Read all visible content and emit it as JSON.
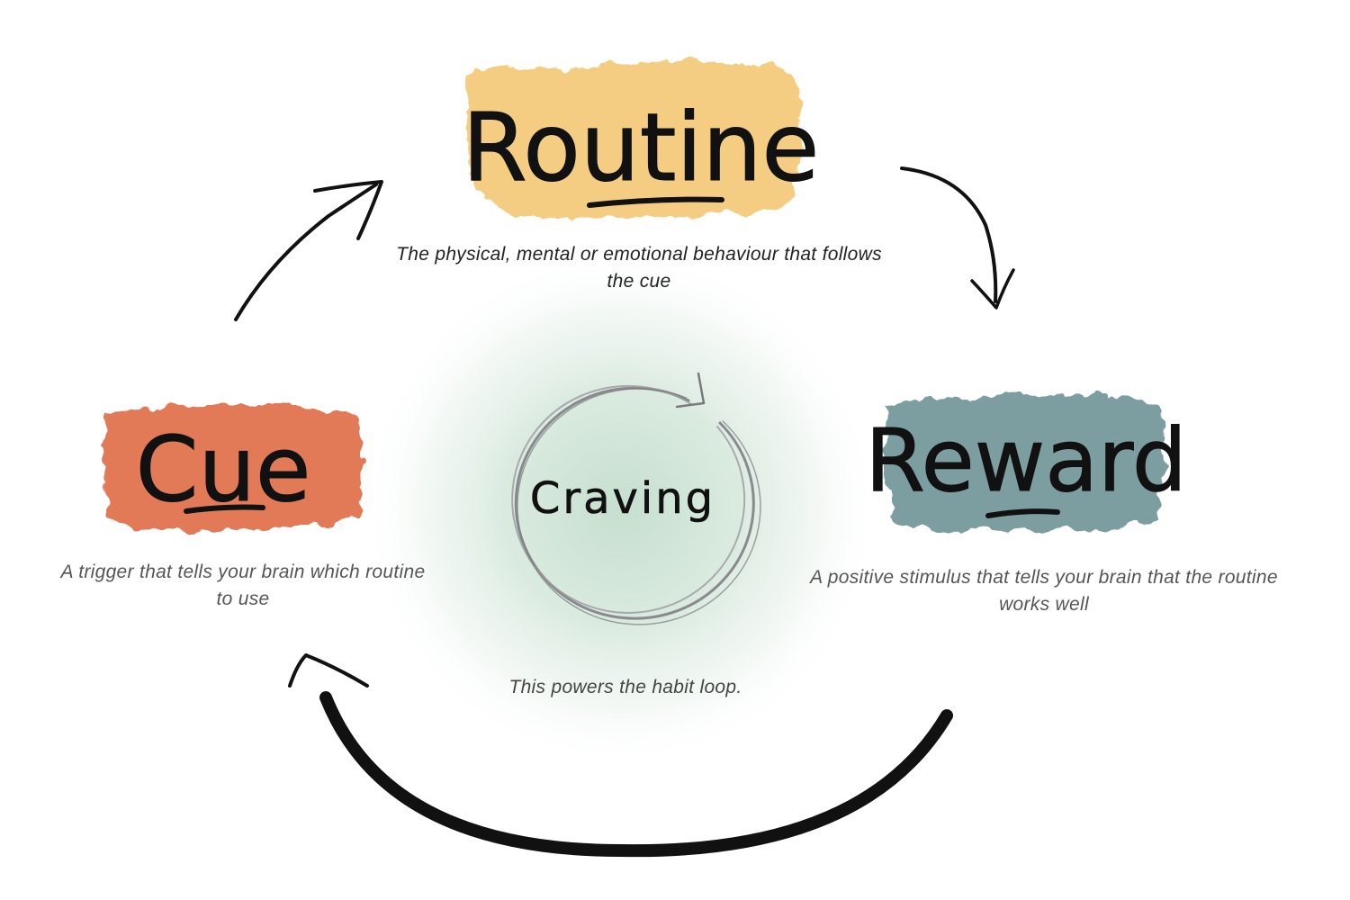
{
  "nodes": {
    "routine": {
      "title": "Routine",
      "description": "The physical, mental or emotional behaviour that follows the cue",
      "color": "#f2c46d"
    },
    "cue": {
      "title": "Cue",
      "description": "A trigger that tells your brain which routine to use",
      "color": "#df6c45"
    },
    "reward": {
      "title": "Reward",
      "description": "A positive stimulus that tells your brain that the routine works well",
      "color": "#6f9396"
    },
    "craving": {
      "title": "Craving",
      "description": "This powers the habit loop.",
      "color": "#cfe3d6"
    }
  },
  "colors": {
    "arrow": "#111111",
    "ring": "#8a8a8e",
    "glow": "#bcd8c8"
  }
}
